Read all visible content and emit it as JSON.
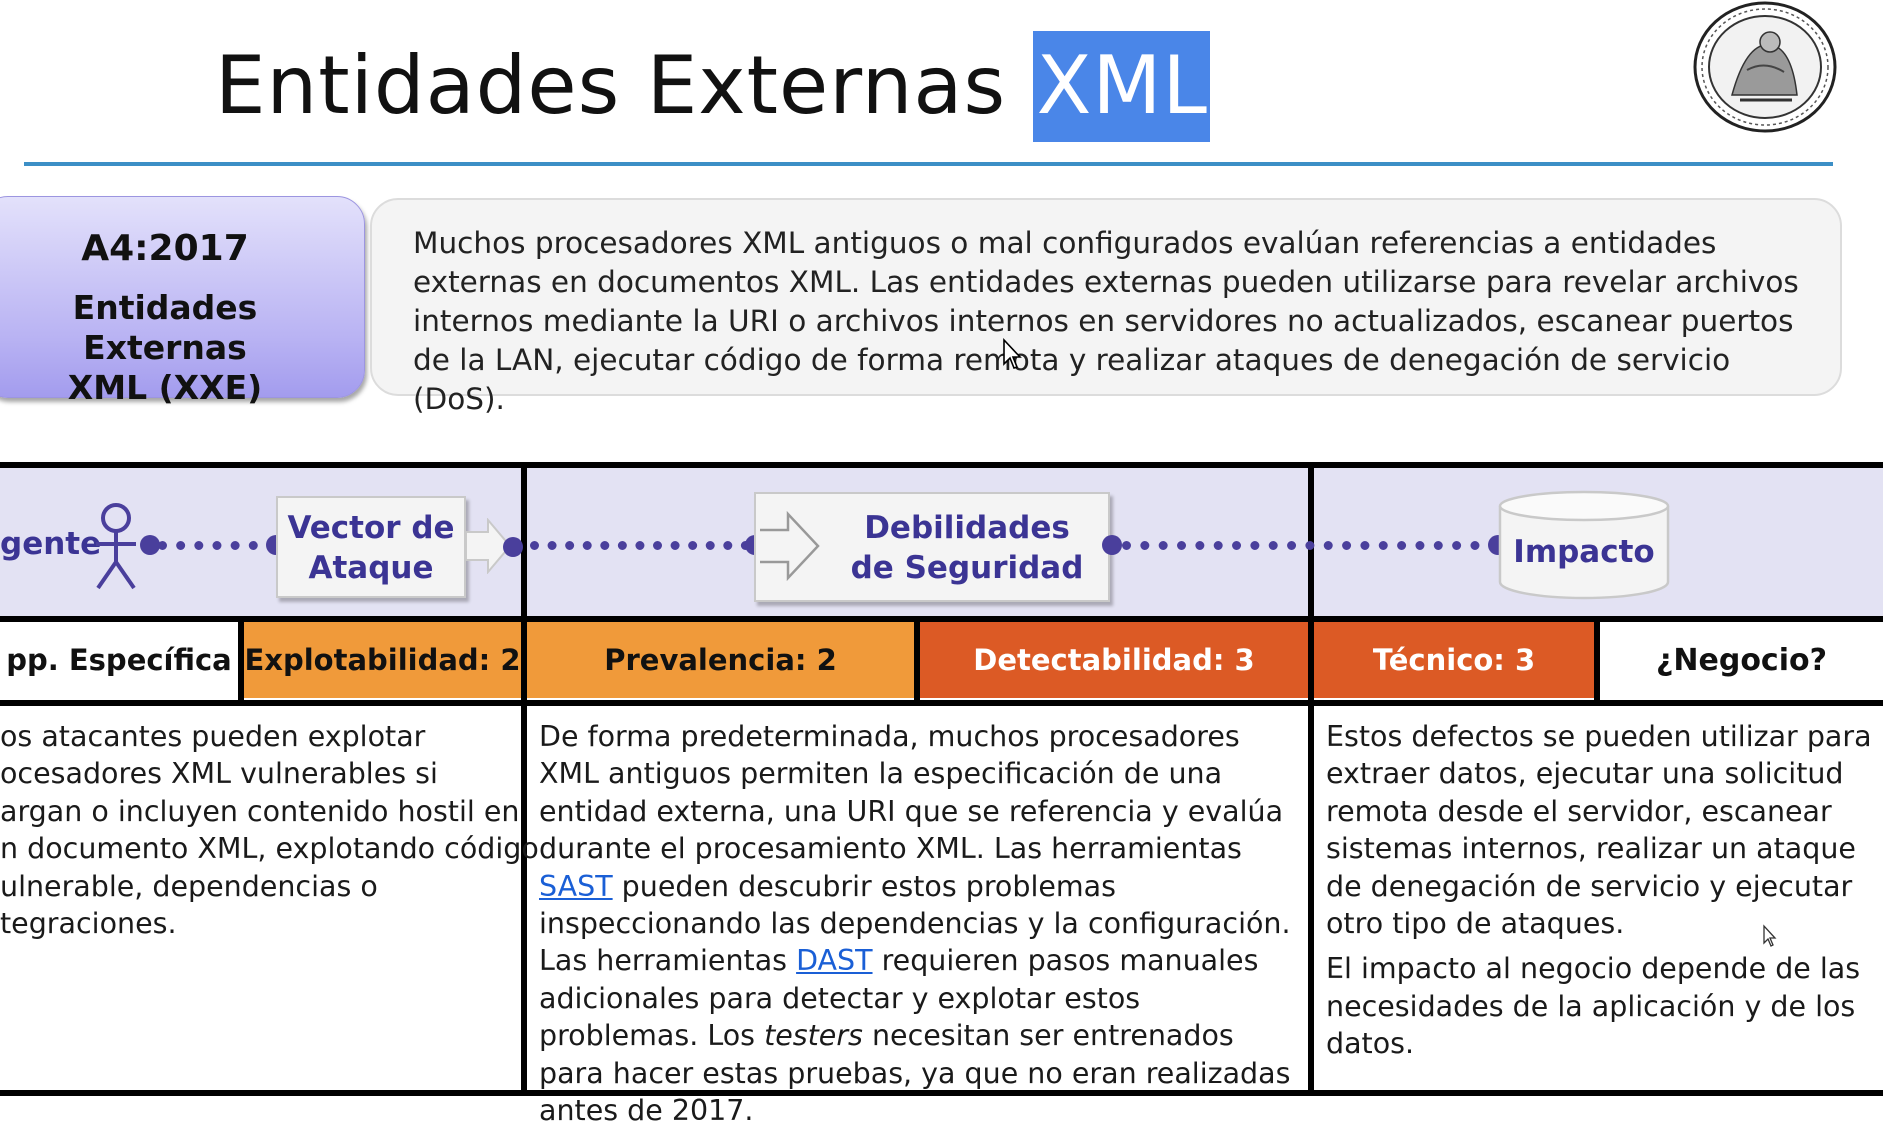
{
  "slide": {
    "title": "Entidades Externas",
    "title_highlight": "XML",
    "accent_color": "#4a86e8",
    "rule_color": "#3c8fc6"
  },
  "risk": {
    "id": "A4:2017",
    "name_line1": "Entidades Externas",
    "name_line2": "XML (XXE)",
    "description": "Muchos procesadores XML antiguos o mal configurados evalúan referencias a entidades externas en documentos XML. Las entidades externas pueden utilizarse para revelar archivos internos mediante la URI o archivos internos en servidores no actualizados, escanear puertos de la LAN, ejecutar código de forma remota y realizar ataques de denegación de servicio (DoS)."
  },
  "diagram": {
    "agent_label": "gente",
    "vector_line1": "Vector de",
    "vector_line2": "Ataque",
    "weakness_line1": "Debilidades",
    "weakness_line2": "de Seguridad",
    "impact_label": "Impacto",
    "icons": [
      "person-icon",
      "arrow-right-icon",
      "cylinder-icon"
    ]
  },
  "scores": [
    {
      "label": "pp. Específica",
      "style": "white"
    },
    {
      "label": "Explotabilidad: 2",
      "style": "orange"
    },
    {
      "label": "Prevalencia: 2",
      "style": "orange"
    },
    {
      "label": "Detectabilidad: 3",
      "style": "red"
    },
    {
      "label": "Técnico: 3",
      "style": "red"
    },
    {
      "label": "¿Negocio?",
      "style": "white"
    }
  ],
  "columns": {
    "left": "os atacantes pueden explotar ocesadores XML vulnerables si argan o incluyen contenido hostil en n documento XML, explotando código ulnerable, dependencias o tegraciones.",
    "left_lines": [
      "os atacantes pueden explotar",
      "ocesadores XML vulnerables si",
      "argan o incluyen contenido hostil en",
      "n documento XML, explotando código",
      "ulnerable, dependencias o",
      "tegraciones."
    ],
    "middle": {
      "part1": "De forma predeterminada, muchos procesadores XML antiguos permiten la especificación de una entidad externa, una URI que se referencia y evalúa durante el procesamiento XML. Las herramientas ",
      "link1": "SAST",
      "part2": " pueden descubrir estos problemas inspeccionando las dependencias y la configuración. Las herramientas ",
      "link2": "DAST",
      "part3": " requieren pasos manuales adicionales para detectar y explotar estos problemas. Los ",
      "italic": "testers",
      "part4": " necesitan ser entrenados para hacer estas pruebas, ya que no eran realizadas antes de 2017."
    },
    "right_p1": "Estos defectos se pueden utilizar para extraer datos, ejecutar una solicitud remota desde el servidor, escanear sistemas internos, realizar un ataque de denegación de servicio y ejecutar otro tipo de ataques.",
    "right_p2": "El impacto al negocio depende de las necesidades de la aplicación y de los datos."
  }
}
